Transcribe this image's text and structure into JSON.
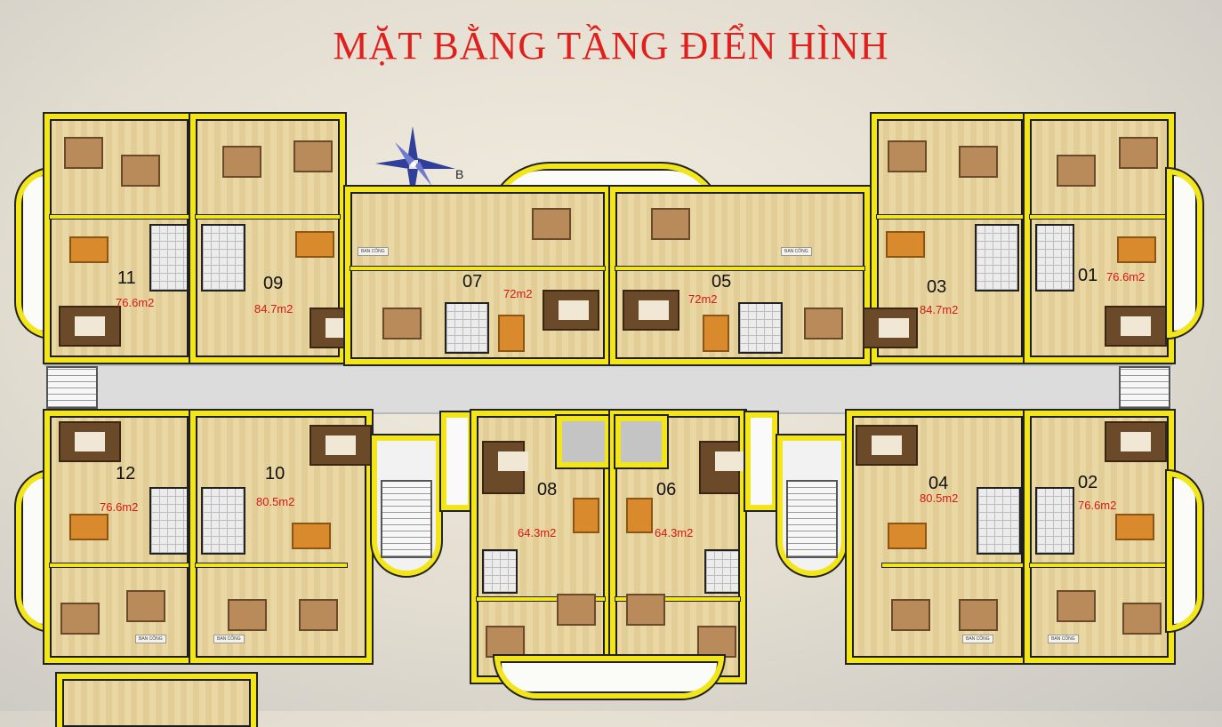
{
  "title": "MẶT BẰNG TẦNG ĐIỂN HÌNH",
  "compass": {
    "north_label": "B",
    "icon": "compass-rose-icon"
  },
  "units": [
    {
      "id": "11",
      "number": "11",
      "area": "76.6m2"
    },
    {
      "id": "09",
      "number": "09",
      "area": "84.7m2"
    },
    {
      "id": "07",
      "number": "07",
      "area": "72m2"
    },
    {
      "id": "05",
      "number": "05",
      "area": "72m2"
    },
    {
      "id": "03",
      "number": "03",
      "area": "84.7m2"
    },
    {
      "id": "01",
      "number": "01",
      "area": "76.6m2"
    },
    {
      "id": "12",
      "number": "12",
      "area": "76.6m2"
    },
    {
      "id": "10",
      "number": "10",
      "area": "80.5m2"
    },
    {
      "id": "08",
      "number": "08",
      "area": "64.3m2"
    },
    {
      "id": "06",
      "number": "06",
      "area": "64.3m2"
    },
    {
      "id": "04",
      "number": "04",
      "area": "80.5m2"
    },
    {
      "id": "02",
      "number": "02",
      "area": "76.6m2"
    }
  ],
  "balcony_label": "BAN CÔNG",
  "colors": {
    "title": "#e0201c",
    "area_text": "#d51a16",
    "walls": "#f2e519",
    "floor": "#e9d7a4"
  }
}
